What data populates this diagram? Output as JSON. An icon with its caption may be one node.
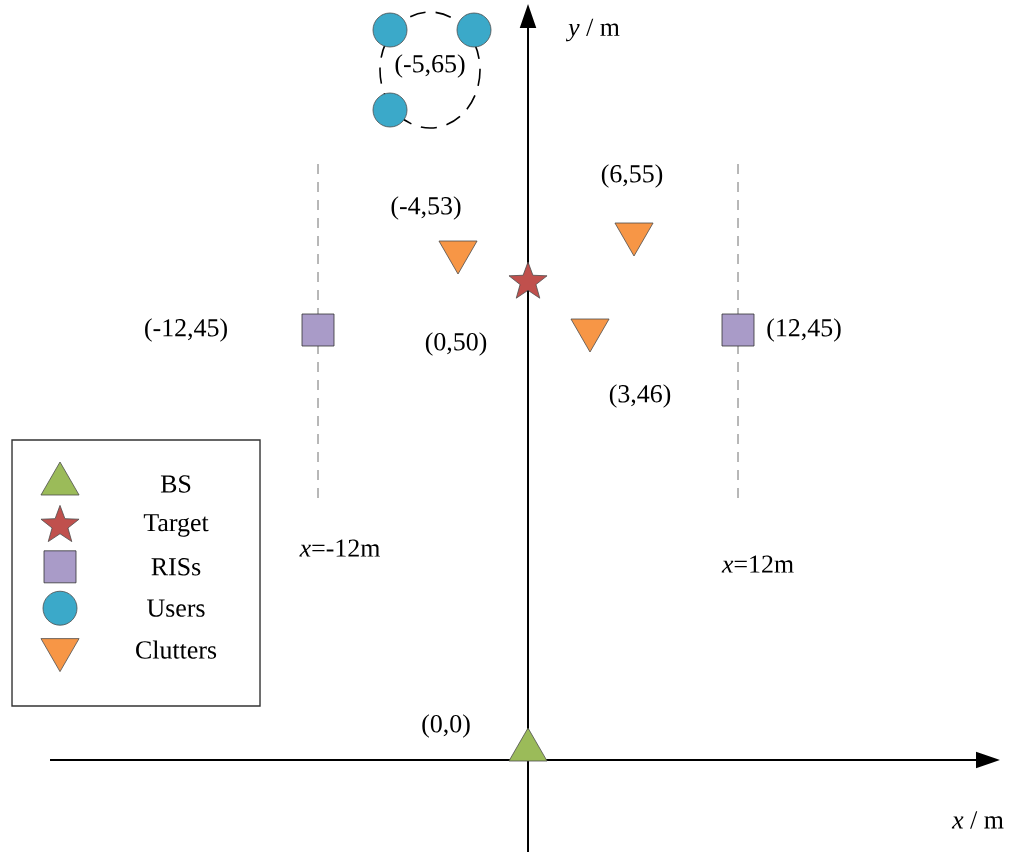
{
  "diagram": {
    "labels": [
      "*y* / m",
      "(-5,65)",
      "(-4,53)",
      "(6,55)",
      "(-12,45)",
      "(0,50)",
      "(12,45)",
      "(3,46)",
      "*x*=-12m",
      "*x*=12m",
      "(0,0)",
      "*x* / m"
    ],
    "legend": [
      {
        "text": "BS"
      },
      {
        "text": "Target"
      },
      {
        "text": "RISs"
      },
      {
        "text": "Users"
      },
      {
        "text": "Clutters"
      }
    ]
  }
}
